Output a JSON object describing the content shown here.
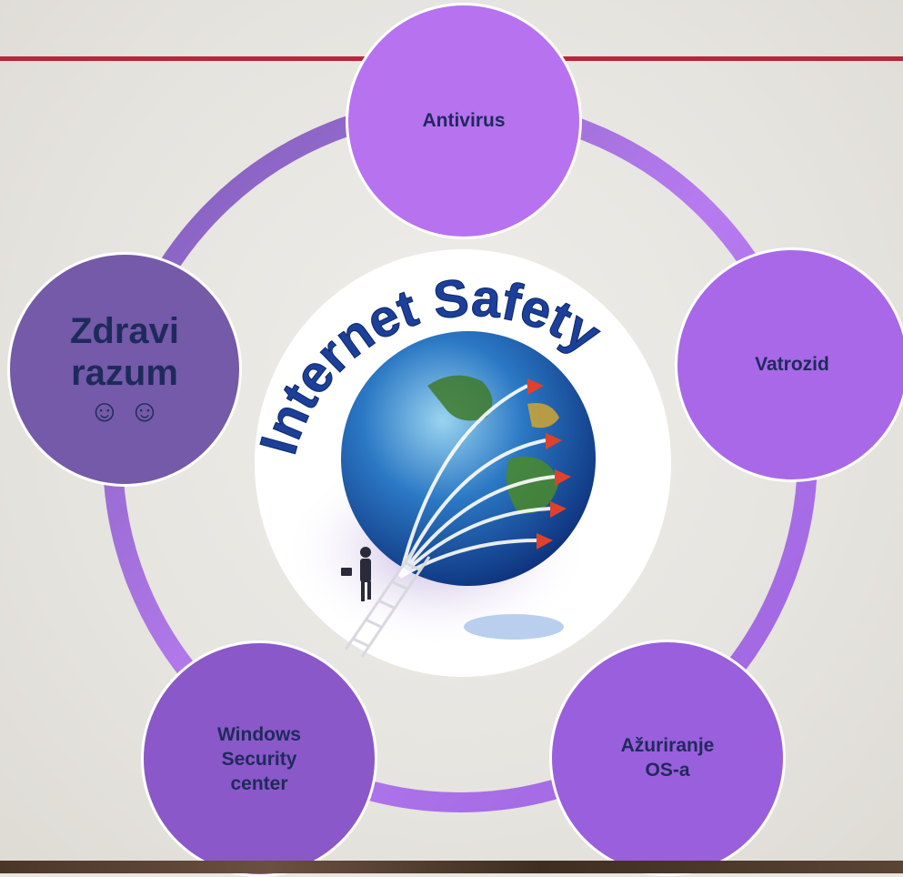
{
  "nodes": {
    "antivirus": "Antivirus",
    "vatrozid": "Vatrozid",
    "azuriranje": [
      "Ažuriranje",
      "OS-a"
    ],
    "windows": [
      "Windows",
      "Security",
      "center"
    ],
    "zdravi": [
      "Zdravi",
      "razum",
      "☺ ☺"
    ]
  },
  "center_image": {
    "title": "Internet Safety",
    "depicts": "globe with arrows and figure on ladder"
  },
  "colors": {
    "accent_line": "#b8263a",
    "ring": "#9b6fe0",
    "text": "#1f2a5c"
  }
}
